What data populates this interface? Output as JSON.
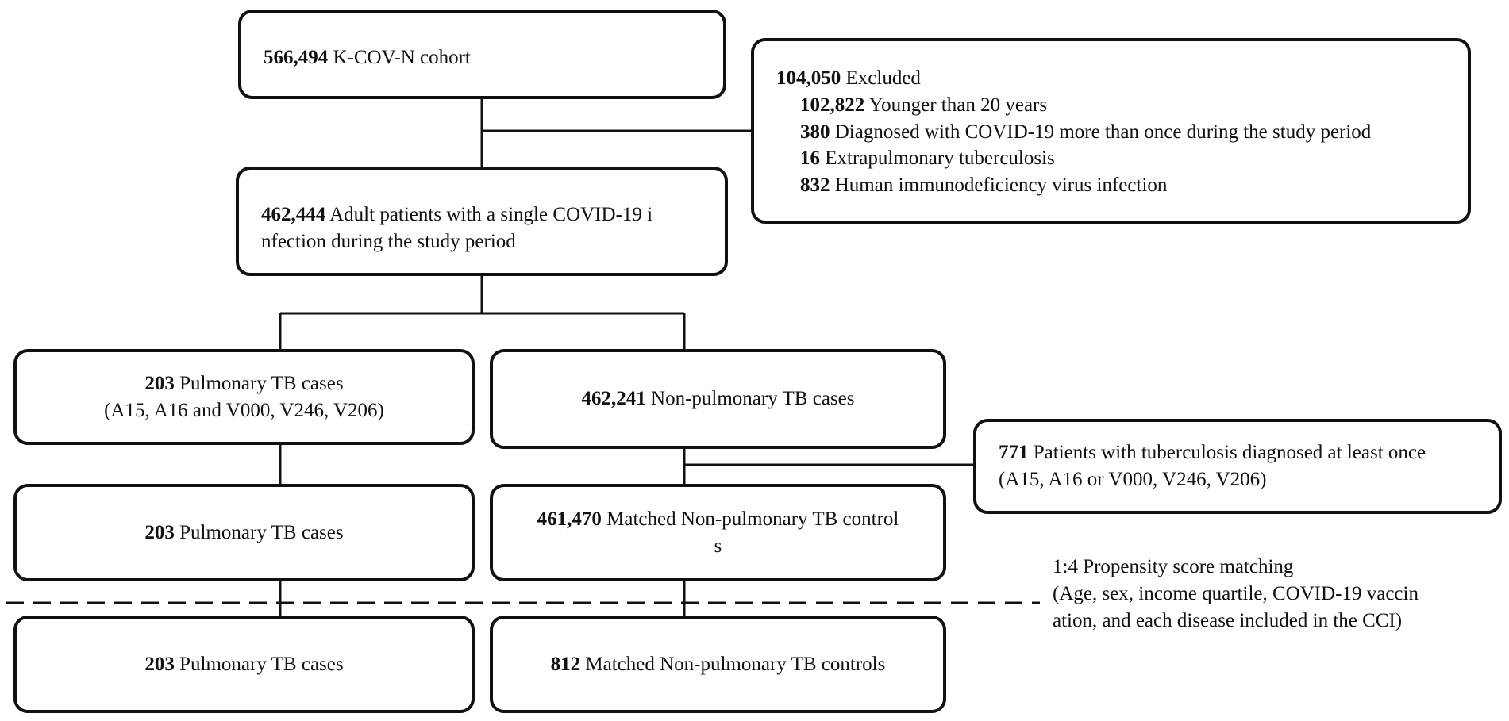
{
  "boxes": {
    "cohort": {
      "num": "566,494",
      "text": "K-COV-N cohort"
    },
    "excluded": {
      "num": "104,050",
      "text": "Excluded",
      "items": [
        {
          "num": "102,822",
          "text": "Younger than 20 years"
        },
        {
          "num": "380",
          "text": "Diagnosed with COVID-19 more than once during the study period"
        },
        {
          "num": "16",
          "text": "Extrapulmonary tuberculosis"
        },
        {
          "num": "832",
          "text": "Human immunodeficiency virus infection"
        }
      ]
    },
    "adults": {
      "num": "462,444",
      "line1": "Adult patients with a single COVID-19 i",
      "line2": "nfection during the study period"
    },
    "tb_cases_1": {
      "num": "203",
      "line1": "Pulmonary TB cases",
      "line2": "(A15, A16 and V000, V246, V206)"
    },
    "non_tb_1": {
      "num": "462,241",
      "text": "Non-pulmonary TB cases"
    },
    "tb_excluded": {
      "num": "771",
      "line1": "Patients with tuberculosis diagnosed at least once",
      "line2": "(A15, A16 or V000, V246, V206)"
    },
    "tb_cases_2": {
      "num": "203",
      "text": "Pulmonary TB cases"
    },
    "non_tb_2": {
      "num": "461,470",
      "line1": "Matched Non-pulmonary TB control",
      "line2": "s"
    },
    "tb_cases_3": {
      "num": "203",
      "text": "Pulmonary TB cases"
    },
    "non_tb_3": {
      "num": "812",
      "text": "Matched Non-pulmonary TB controls"
    }
  },
  "matching_note": {
    "line1": "1:4 Propensity score matching",
    "line2": "(Age, sex, income quartile, COVID-19 vaccin",
    "line3": "ation, and each disease included in the CCI)"
  }
}
